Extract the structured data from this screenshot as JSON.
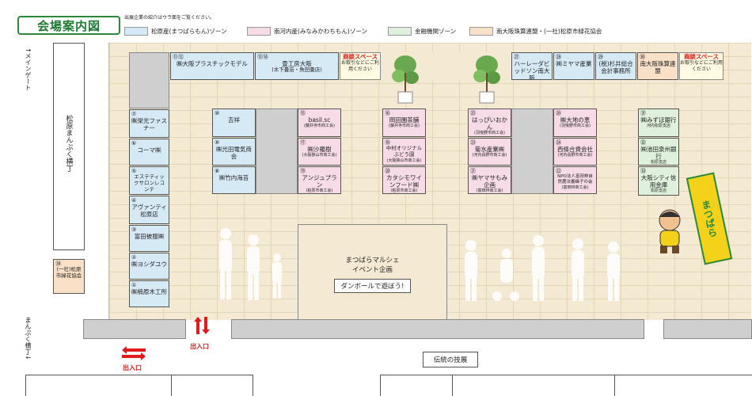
{
  "header": {
    "title": "会場案内図",
    "note": "出展企業の紹介はウラ面をご覧ください。",
    "legend": [
      {
        "label": "松原産(まつばらもん)ゾーン",
        "color": "#d6eaf6"
      },
      {
        "label": "南河内産(みなみかわちもん)ゾーン",
        "color": "#f7dbe7"
      },
      {
        "label": "金融機関ゾーン",
        "color": "#dff0dc"
      },
      {
        "label": "南大阪珠算連盟・(一社)松原市緑花協会",
        "color": "#f9e0c6"
      }
    ]
  },
  "labels": {
    "main_gate": "↑メインゲート",
    "side_top": "松原まんぷく横丁",
    "side_bottom": "まんぷく横丁↓",
    "entrance": "出入口",
    "exhibit": "伝統の技展",
    "special": "商談スペース",
    "special_sub": "お取引などにご利用ください"
  },
  "event": {
    "title": "まつばらマルシェ",
    "subtitle": "イベント企画",
    "button": "ダンボールで遊ぼう!"
  },
  "booths": {
    "b1": {
      "num": "①",
      "name": "㈱楠原木工所"
    },
    "b2": {
      "num": "②",
      "name": "㈱ヨシダユウ"
    },
    "b3": {
      "num": "③",
      "name": "富田被服㈱"
    },
    "b4": {
      "num": "④",
      "name": "アヴァンティ松原店"
    },
    "b5": {
      "num": "⑤",
      "name": "エステティックサロンレコンテ"
    },
    "b6": {
      "num": "⑥",
      "name": "コーマ㈱"
    },
    "b7": {
      "num": "⑦",
      "name": "㈱栄光ファスナー"
    },
    "b8": {
      "num": "⑧",
      "name": "㈱竹内海苔"
    },
    "b9": {
      "num": "⑨",
      "name": "㈱光田電気商会"
    },
    "b10": {
      "num": "⑩",
      "name": "吉祥"
    },
    "b1112": {
      "num": "⑪⑫",
      "name": "㈱大阪プラスチックモデル"
    },
    "b1314": {
      "num": "⑬⑭",
      "name": "畳工房大阪",
      "sub": "(木下畳店・魚田畳店)"
    },
    "b15": {
      "num": "⑮",
      "name": "basil.sc",
      "sub": "(藤井寺市商工会)"
    },
    "b16": {
      "num": "⑯",
      "name": "岡田園茶舗",
      "sub": "(藤井寺市商工会)"
    },
    "b17": {
      "num": "⑰",
      "name": "㈱沙羅樹",
      "sub": "(大阪狭山市商工会)"
    },
    "b18": {
      "num": "⑱",
      "name": "中村オリジナルぶどう園",
      "sub": "(大阪狭山市商工会)"
    },
    "b19": {
      "num": "⑲",
      "name": "アンジュプラン",
      "sub": "(柏原市商工会)"
    },
    "b20": {
      "num": "⑳",
      "name": "カタシモワインフード㈱",
      "sub": "(柏原市商工会)"
    },
    "b21": {
      "num": "㉑",
      "name": "㈱ヤマサもみ企画",
      "sub": "(富田林商工会)"
    },
    "b22": {
      "num": "㉒",
      "name": "NPO法人富田林自然農法養蜂子の会",
      "sub": "(富田林商工会)"
    },
    "b23": {
      "num": "㉓",
      "name": "菊水産業㈱",
      "sub": "(河内長野市商工会)"
    },
    "b24": {
      "num": "㉔",
      "name": "西條合資会社",
      "sub": "(河内長野市商工会)"
    },
    "b25": {
      "num": "㉕",
      "name": "はっぴいおかん",
      "sub": "(羽曳野市商工会)"
    },
    "b26": {
      "num": "㉖",
      "name": "㈱大地の恵",
      "sub": "(羽曳野市商工会)"
    },
    "b27": {
      "num": "㉗",
      "name": "ハーレーダビッドソン南大阪"
    },
    "b28": {
      "num": "㉘",
      "name": "㈱ミヤマ産業"
    },
    "b29": {
      "num": "㉙",
      "name": "(税)杉井総合会計事務所"
    },
    "b30": {
      "num": "㉚",
      "name": "南大阪珠算連盟"
    },
    "b31": {
      "num": "㉛",
      "name": "㈱みずほ銀行",
      "sub": "河内松原支店"
    },
    "b32": {
      "num": "㉜",
      "name": "㈱池田泉州銀行",
      "sub": "松原支店"
    },
    "b33": {
      "num": "㉝",
      "name": "大阪シティ信用金庫",
      "sub": "松原支店"
    },
    "b34": {
      "num": "㉞",
      "name": "(一社)松原市緑花協会"
    }
  },
  "banner": "まつばら"
}
